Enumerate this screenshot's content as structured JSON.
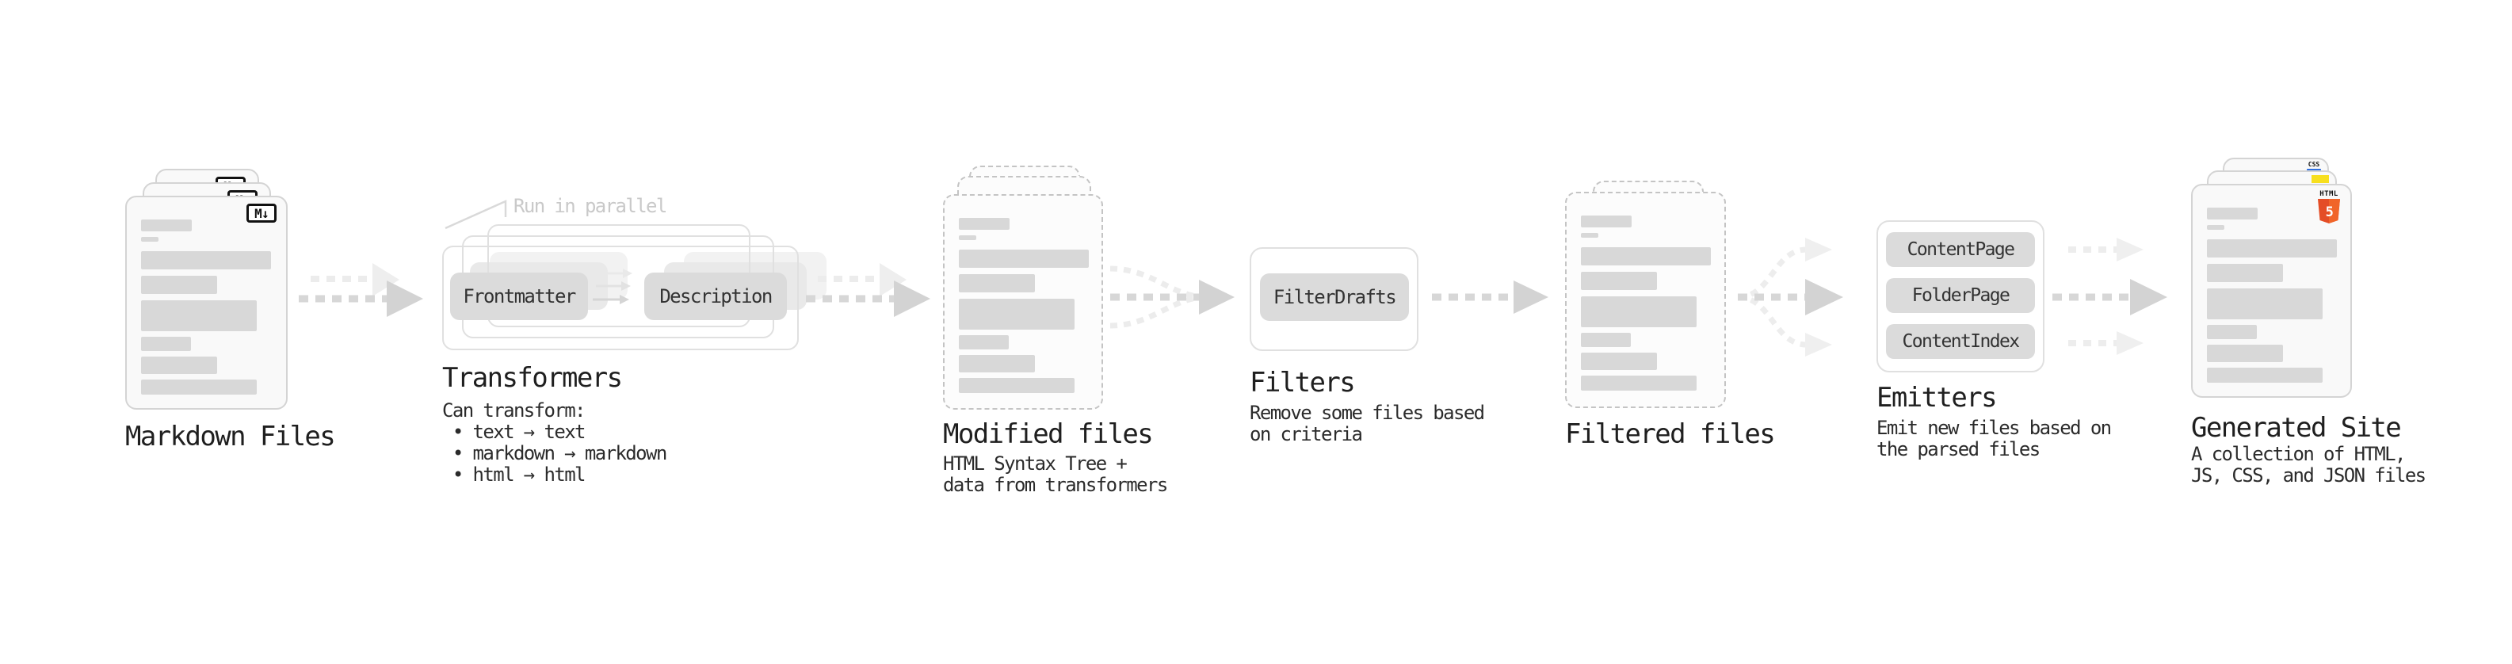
{
  "markdown": {
    "label": "Markdown Files",
    "badge": "M↓"
  },
  "transformers": {
    "label": "Transformers",
    "annotation": "Run in parallel",
    "button_frontmatter": "Frontmatter",
    "button_description": "Description",
    "caption": "Can transform:\n • text → text\n • markdown → markdown\n • html → html"
  },
  "modified": {
    "label": "Modified files",
    "caption": "HTML Syntax Tree +\ndata from transformers"
  },
  "filters": {
    "label": "Filters",
    "button_filterdrafts": "FilterDrafts",
    "caption": "Remove some files based\non criteria"
  },
  "filtered": {
    "label": "Filtered files"
  },
  "emitters": {
    "label": "Emitters",
    "button_contentpage": "ContentPage",
    "button_folderpage": "FolderPage",
    "button_contentindex": "ContentIndex",
    "caption": "Emit new files based on\nthe parsed files"
  },
  "generated": {
    "label": "Generated Site",
    "caption": "A collection of HTML,\nJS, CSS, and JSON files",
    "html5_label": "HTML",
    "html5_number": "5",
    "css_label": "CSS"
  },
  "colors": {
    "html5_orange": "#e44d26",
    "html5_orange_light": "#f16529",
    "js_yellow": "#f7df1e",
    "css_blue": "#2f6fe0",
    "bar_gray": "#d8d8d8",
    "button_gray": "#dbdbdb",
    "arrow_gray": "#d5d5d5",
    "arrow_ghost": "#ededed"
  }
}
